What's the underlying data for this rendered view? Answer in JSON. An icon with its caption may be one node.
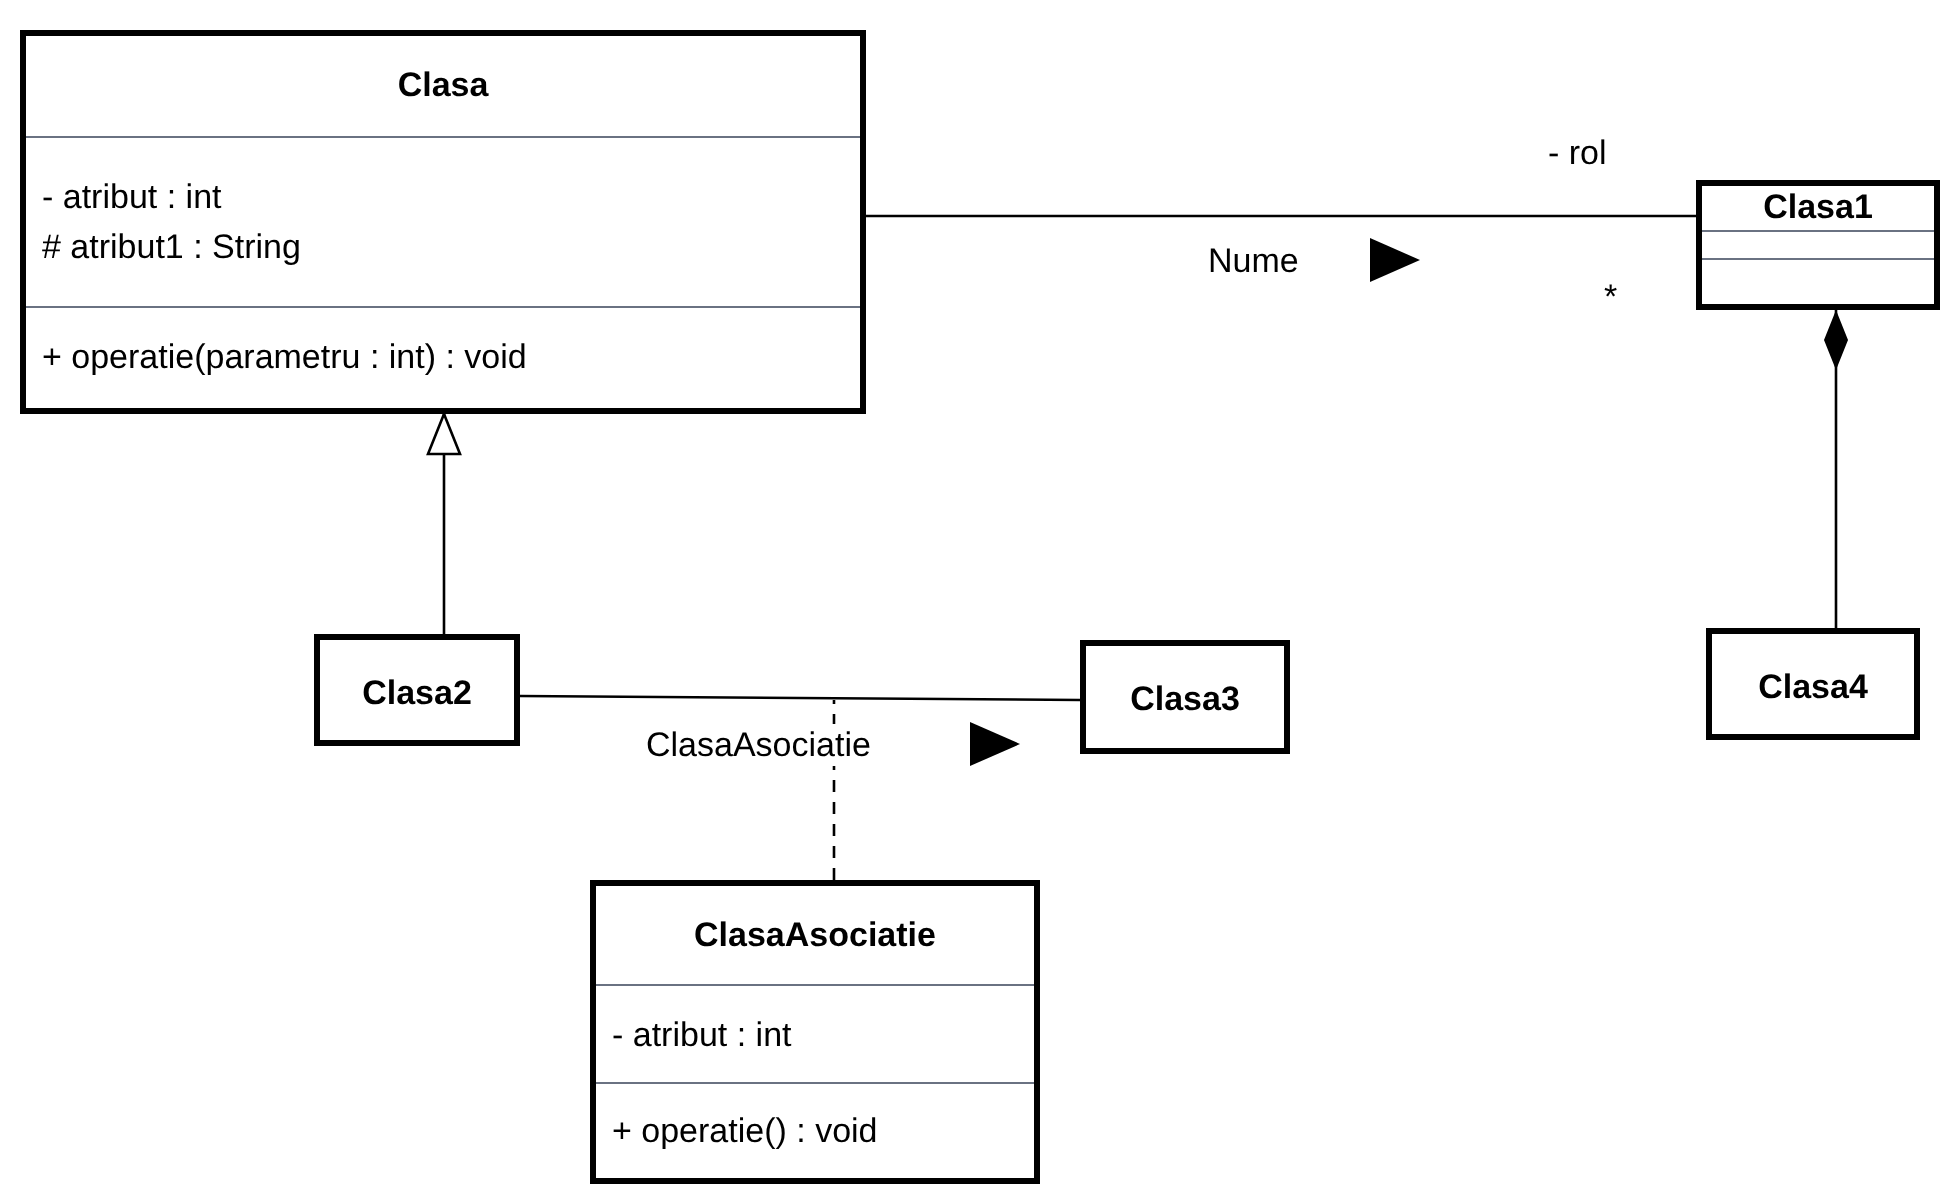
{
  "diagram": {
    "nodes": [
      {
        "text": [
          "Clasa",
          "- atribut : int",
          "# atribut1 : String",
          "+ operatie(parametru : int) : void"
        ]
      },
      {
        "text": [
          "Clasa1"
        ]
      },
      {
        "text": [
          "Clasa2"
        ]
      },
      {
        "text": [
          "Clasa3"
        ]
      },
      {
        "text": [
          "Clasa4"
        ]
      },
      {
        "text": [
          "ClasaAsociatie",
          "- atribut : int",
          "+ operatie() : void"
        ]
      }
    ],
    "edges": [
      {
        "from": 0,
        "to": 1,
        "arrow": "none",
        "label": "Nume"
      },
      {
        "from": 2,
        "to": 0,
        "arrow": "to"
      },
      {
        "from": 2,
        "to": 3,
        "arrow": "none",
        "label": "ClasaAsociatie"
      },
      {
        "from": 4,
        "to": 1,
        "arrow": "other"
      },
      {
        "from": 5,
        "to": null,
        "arrow": "none",
        "style": "dashed"
      }
    ],
    "labels": [
      "- rol",
      "*"
    ]
  }
}
